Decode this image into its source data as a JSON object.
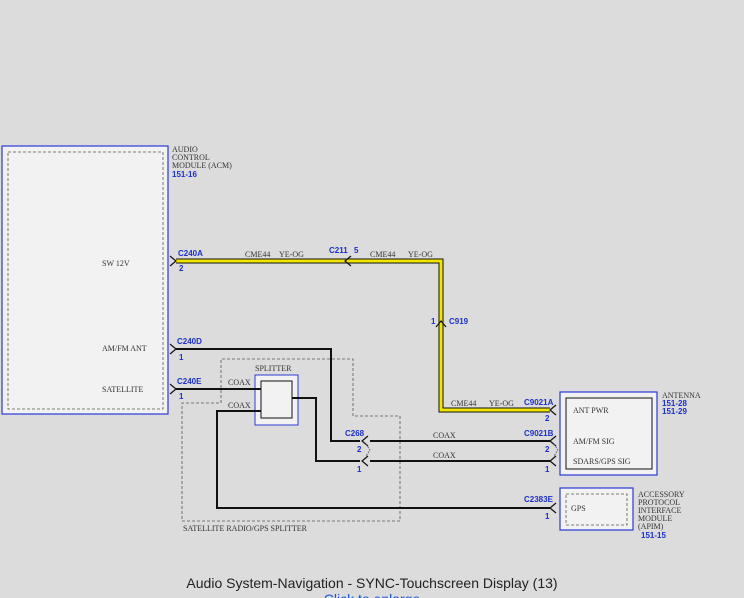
{
  "modules": {
    "acm": {
      "name_lines": [
        "AUDIO",
        "CONTROL",
        "MODULE (ACM)"
      ],
      "ref": "151-16",
      "pins": {
        "sw12v": "SW 12V",
        "amfm": "AM/FM ANT",
        "satellite": "SATELLITE"
      }
    },
    "antenna": {
      "name_lines": [
        "ANTENNA"
      ],
      "refs": [
        "151-28",
        "151-29"
      ],
      "pins": {
        "ant_pwr": "ANT PWR",
        "amfm_sig": "AM/FM SIG",
        "sdars": "SDARS/GPS SIG"
      }
    },
    "apim": {
      "name_lines": [
        "ACCESSORY",
        "PROTOCOL",
        "INTERFACE",
        "MODULE",
        "(APIM)"
      ],
      "ref": "151-15",
      "pins": {
        "gps": "GPS"
      }
    },
    "splitter": {
      "name": "SPLITTER",
      "group_label": "SATELLITE RADIO/GPS SPLITTER",
      "coax_in": "COAX",
      "coax_out": "COAX"
    }
  },
  "connectors": {
    "c240a": {
      "name": "C240A",
      "pin": "2"
    },
    "c211": {
      "name": "C211",
      "pin": "5"
    },
    "c919": {
      "name": "C919",
      "pin": "1"
    },
    "c9021a": {
      "name": "C9021A",
      "pin": "2"
    },
    "c240d": {
      "name": "C240D",
      "pin": "1"
    },
    "c240e": {
      "name": "C240E",
      "pin": "1"
    },
    "c268": {
      "name": "C268",
      "pin_top": "2",
      "pin_bottom": "1"
    },
    "c9021b": {
      "name": "C9021B",
      "pin_top": "2",
      "pin_bottom": "1"
    },
    "c2383e": {
      "name": "C2383E",
      "pin": "1"
    }
  },
  "wires": {
    "circuit": "CME44",
    "color": "YE-OG",
    "coax": "COAX"
  },
  "caption": {
    "title": "Audio System-Navigation - SYNC-Touchscreen Display (13)",
    "link": "Click to enlarge"
  },
  "colors": {
    "module_border": "#2a3ad8",
    "wire_power": "#f2e600",
    "wire_black": "#111111",
    "background": "#dcdcdc"
  }
}
